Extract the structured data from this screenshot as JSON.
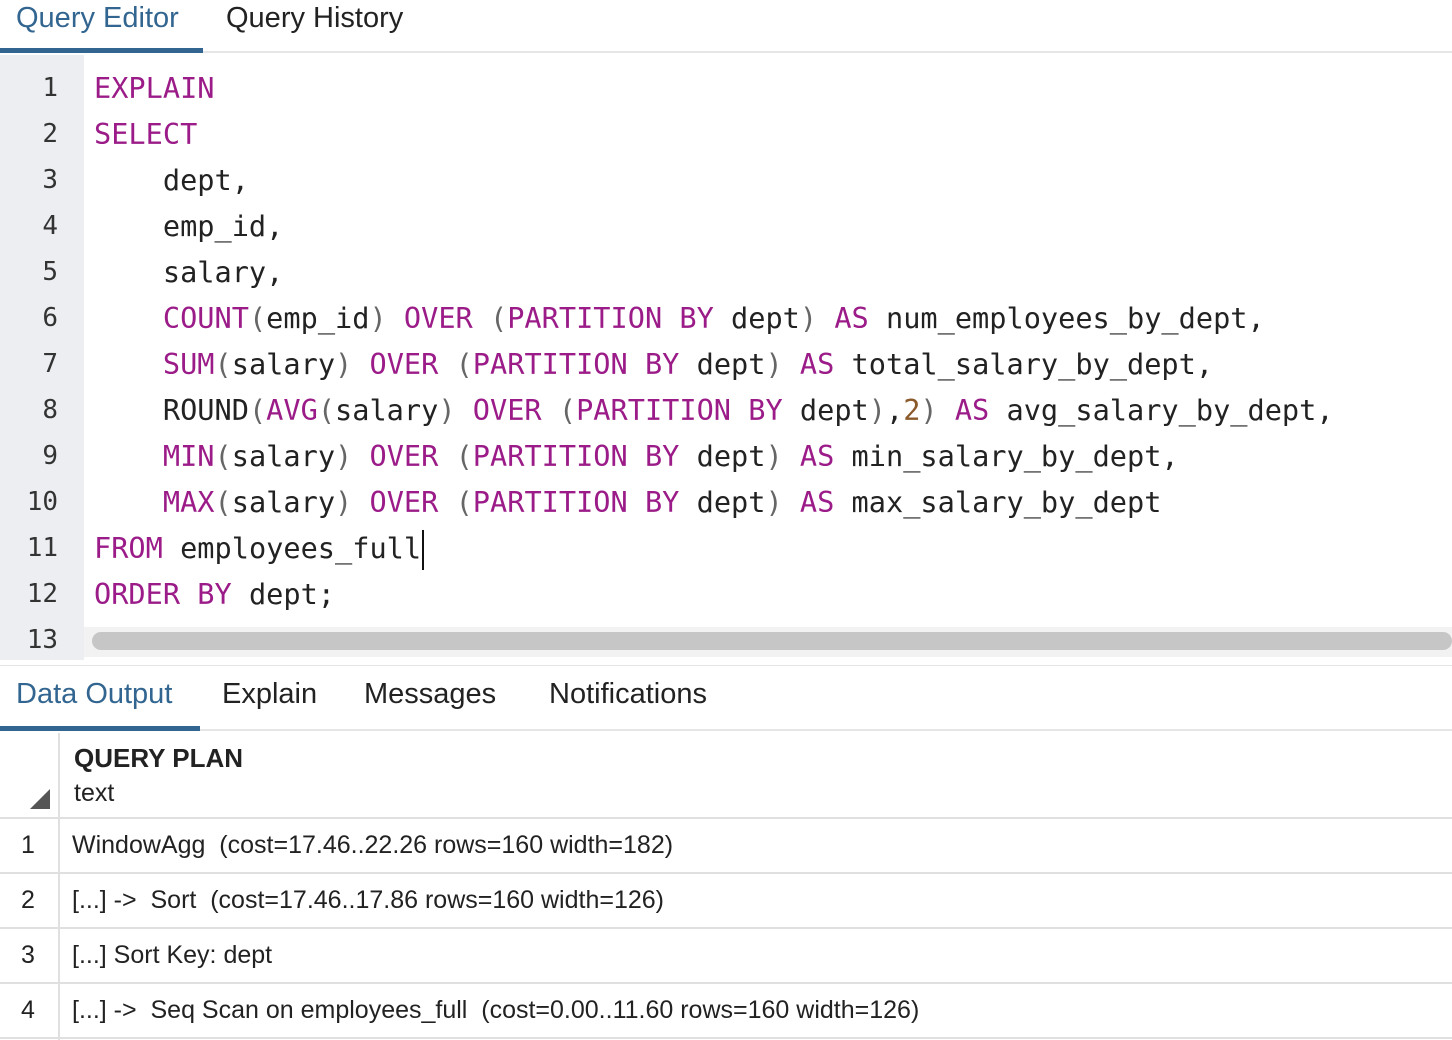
{
  "top_tabs": [
    {
      "label": "Query Editor",
      "active": true
    },
    {
      "label": "Query History",
      "active": false
    }
  ],
  "editor": {
    "line_numbers": [
      "1",
      "2",
      "3",
      "4",
      "5",
      "6",
      "7",
      "8",
      "9",
      "10",
      "11",
      "12",
      "13"
    ],
    "lines": [
      [
        {
          "t": "EXPLAIN",
          "c": "kw"
        }
      ],
      [
        {
          "t": "SELECT",
          "c": "kw"
        }
      ],
      [
        {
          "t": "    dept,",
          "c": ""
        }
      ],
      [
        {
          "t": "    emp_id,",
          "c": ""
        }
      ],
      [
        {
          "t": "    salary,",
          "c": ""
        }
      ],
      [
        {
          "t": "    ",
          "c": ""
        },
        {
          "t": "COUNT",
          "c": "kw"
        },
        {
          "t": "(",
          "c": "par"
        },
        {
          "t": "emp_id",
          "c": ""
        },
        {
          "t": ")",
          "c": "par"
        },
        {
          "t": " ",
          "c": ""
        },
        {
          "t": "OVER",
          "c": "kw"
        },
        {
          "t": " (",
          "c": "par"
        },
        {
          "t": "PARTITION BY",
          "c": "kw"
        },
        {
          "t": " dept",
          "c": ""
        },
        {
          "t": ")",
          "c": "par"
        },
        {
          "t": " ",
          "c": ""
        },
        {
          "t": "AS",
          "c": "kw"
        },
        {
          "t": " num_employees_by_dept,",
          "c": ""
        }
      ],
      [
        {
          "t": "    ",
          "c": ""
        },
        {
          "t": "SUM",
          "c": "kw"
        },
        {
          "t": "(",
          "c": "par"
        },
        {
          "t": "salary",
          "c": ""
        },
        {
          "t": ")",
          "c": "par"
        },
        {
          "t": " ",
          "c": ""
        },
        {
          "t": "OVER",
          "c": "kw"
        },
        {
          "t": " (",
          "c": "par"
        },
        {
          "t": "PARTITION BY",
          "c": "kw"
        },
        {
          "t": " dept",
          "c": ""
        },
        {
          "t": ")",
          "c": "par"
        },
        {
          "t": " ",
          "c": ""
        },
        {
          "t": "AS",
          "c": "kw"
        },
        {
          "t": " total_salary_by_dept,",
          "c": ""
        }
      ],
      [
        {
          "t": "    ROUND",
          "c": ""
        },
        {
          "t": "(",
          "c": "par"
        },
        {
          "t": "AVG",
          "c": "kw"
        },
        {
          "t": "(",
          "c": "par"
        },
        {
          "t": "salary",
          "c": ""
        },
        {
          "t": ")",
          "c": "par"
        },
        {
          "t": " ",
          "c": ""
        },
        {
          "t": "OVER",
          "c": "kw"
        },
        {
          "t": " (",
          "c": "par"
        },
        {
          "t": "PARTITION BY",
          "c": "kw"
        },
        {
          "t": " dept",
          "c": ""
        },
        {
          "t": ")",
          "c": "par"
        },
        {
          "t": ",",
          "c": ""
        },
        {
          "t": "2",
          "c": "num"
        },
        {
          "t": ")",
          "c": "par"
        },
        {
          "t": " ",
          "c": ""
        },
        {
          "t": "AS",
          "c": "kw"
        },
        {
          "t": " avg_salary_by_dept,",
          "c": ""
        }
      ],
      [
        {
          "t": "    ",
          "c": ""
        },
        {
          "t": "MIN",
          "c": "kw"
        },
        {
          "t": "(",
          "c": "par"
        },
        {
          "t": "salary",
          "c": ""
        },
        {
          "t": ")",
          "c": "par"
        },
        {
          "t": " ",
          "c": ""
        },
        {
          "t": "OVER",
          "c": "kw"
        },
        {
          "t": " (",
          "c": "par"
        },
        {
          "t": "PARTITION BY",
          "c": "kw"
        },
        {
          "t": " dept",
          "c": ""
        },
        {
          "t": ")",
          "c": "par"
        },
        {
          "t": " ",
          "c": ""
        },
        {
          "t": "AS",
          "c": "kw"
        },
        {
          "t": " min_salary_by_dept,",
          "c": ""
        }
      ],
      [
        {
          "t": "    ",
          "c": ""
        },
        {
          "t": "MAX",
          "c": "kw"
        },
        {
          "t": "(",
          "c": "par"
        },
        {
          "t": "salary",
          "c": ""
        },
        {
          "t": ")",
          "c": "par"
        },
        {
          "t": " ",
          "c": ""
        },
        {
          "t": "OVER",
          "c": "kw"
        },
        {
          "t": " (",
          "c": "par"
        },
        {
          "t": "PARTITION BY",
          "c": "kw"
        },
        {
          "t": " dept",
          "c": ""
        },
        {
          "t": ")",
          "c": "par"
        },
        {
          "t": " ",
          "c": ""
        },
        {
          "t": "AS",
          "c": "kw"
        },
        {
          "t": " max_salary_by_dept",
          "c": ""
        }
      ],
      [
        {
          "t": "FROM",
          "c": "kw"
        },
        {
          "t": " employees_full",
          "c": ""
        },
        {
          "t": "",
          "c": "cursor"
        }
      ],
      [
        {
          "t": "ORDER BY",
          "c": "kw"
        },
        {
          "t": " dept;",
          "c": ""
        }
      ],
      []
    ]
  },
  "bottom_tabs": [
    {
      "label": "Data Output",
      "active": true
    },
    {
      "label": "Explain",
      "active": false
    },
    {
      "label": "Messages",
      "active": false
    },
    {
      "label": "Notifications",
      "active": false
    }
  ],
  "grid": {
    "column_title": "QUERY PLAN",
    "column_type": "text",
    "rows": [
      {
        "idx": "1",
        "value": "WindowAgg  (cost=17.46..22.26 rows=160 width=182)"
      },
      {
        "idx": "2",
        "value": "[...] ->  Sort  (cost=17.46..17.86 rows=160 width=126)"
      },
      {
        "idx": "3",
        "value": "[...] Sort Key: dept"
      },
      {
        "idx": "4",
        "value": "[...] ->  Seq Scan on employees_full  (cost=0.00..11.60 rows=160 width=126)"
      }
    ]
  },
  "colors": {
    "accent": "#326690",
    "keyword": "#9b1c88",
    "number": "#8b5a2b"
  }
}
